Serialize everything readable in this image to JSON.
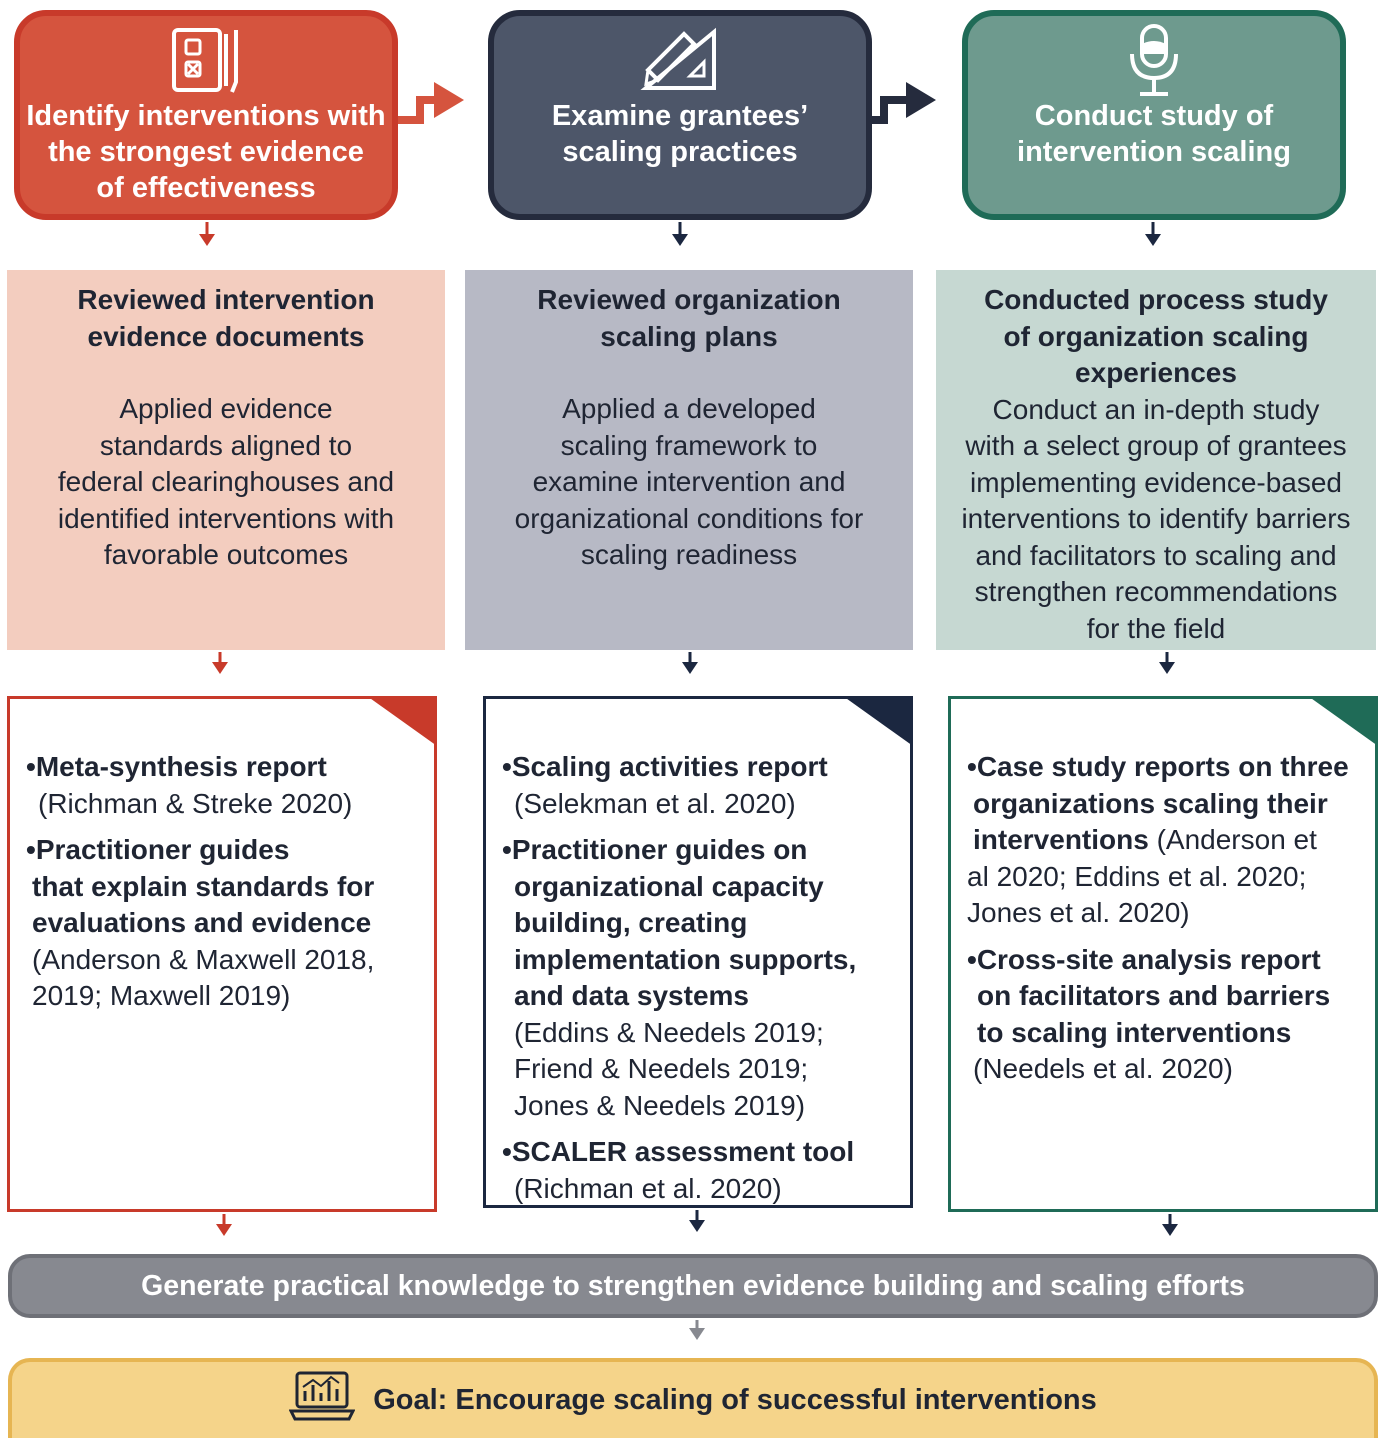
{
  "steps": [
    {
      "title_lines": [
        "Identify interventions with",
        "the strongest evidence",
        "of effectiveness"
      ],
      "icon": "checklist-icon",
      "process_title_lines": [
        "Reviewed intervention",
        "evidence documents"
      ],
      "process_body_lines": [
        "Applied evidence",
        "standards aligned to",
        "federal clearinghouses and",
        "identified interventions with",
        "favorable outcomes"
      ],
      "products": [
        {
          "bold_lines": [
            "Meta-synthesis report"
          ],
          "plain_lines": [
            "(Richman & Streke 2020)"
          ]
        },
        {
          "bold_lines": [
            "Practitioner guides",
            "that explain standards for",
            "evaluations and evidence"
          ],
          "plain_lines": [
            "(Anderson & Maxwell 2018,",
            "2019; Maxwell 2019)"
          ]
        }
      ],
      "color": "#d5543e"
    },
    {
      "title_lines": [
        "Examine grantees’",
        "scaling practices"
      ],
      "icon": "ruler-pencil-icon",
      "process_title_lines": [
        "Reviewed organization",
        "scaling plans"
      ],
      "process_body_lines": [
        "Applied a developed",
        "scaling framework to",
        "examine intervention and",
        "organizational conditions for",
        "scaling readiness"
      ],
      "products": [
        {
          "bold_lines": [
            "Scaling activities report"
          ],
          "plain_lines": [
            "(Selekman et al. 2020)"
          ]
        },
        {
          "bold_lines": [
            "Practitioner guides on",
            "organizational capacity",
            "building, creating",
            "implementation supports,",
            "and data systems"
          ],
          "plain_lines": [
            "(Eddins & Needels 2019;",
            "Friend & Needels 2019;",
            "Jones & Needels 2019)"
          ]
        },
        {
          "bold_lines": [
            "SCALER assessment tool"
          ],
          "plain_lines": [
            "(Richman et al. 2020)"
          ]
        }
      ],
      "color": "#4d5669"
    },
    {
      "title_lines": [
        "Conduct study of",
        "intervention scaling"
      ],
      "icon": "microphone-icon",
      "process_title_lines": [
        "Conducted process study",
        "of organization scaling",
        "experiences"
      ],
      "process_body_lines": [
        "Conduct an in-depth study",
        "with a select group of grantees",
        "implementing evidence-based",
        "interventions to identify barriers",
        "and facilitators to scaling and",
        "strengthen recommendations",
        "for the field"
      ],
      "products": [
        {
          "bold_lines": [
            "Case study reports on three",
            "organizations scaling their",
            "interventions"
          ],
          "inline_plain": " (Anderson et",
          "plain_lines": [
            "al 2020; Eddins et al. 2020;",
            "Jones et al. 2020)"
          ]
        },
        {
          "bold_lines": [
            "Cross-site analysis report",
            "on facilitators and barriers",
            "to scaling interventions"
          ],
          "plain_lines": [
            "(Needels et al. 2020)"
          ]
        }
      ],
      "color": "#6e9a8e"
    }
  ],
  "bullet": "•",
  "outcome": "Generate practical knowledge to strengthen evidence building and scaling efforts",
  "goal": "Goal: Encourage scaling of successful interventions",
  "goal_icon": "laptop-chart-icon"
}
